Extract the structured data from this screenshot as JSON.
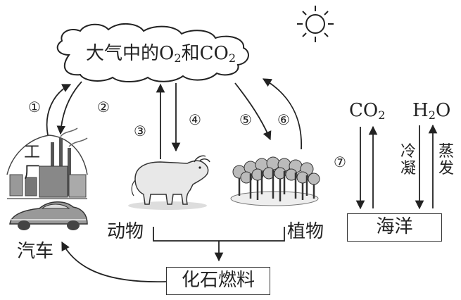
{
  "atmosphere": {
    "text": "大气中的",
    "o2_main": "O",
    "o2_sub": "2",
    "and": "和",
    "co2_main": "CO",
    "co2_sub": "2"
  },
  "steps": [
    "①",
    "②",
    "③",
    "④",
    "⑤",
    "⑥",
    "⑦"
  ],
  "labels": {
    "factory_a": "工",
    "factory_b": "厂",
    "car": "汽车",
    "animal": "动物",
    "plant": "植物",
    "fossil": "化石燃料",
    "ocean": "海洋",
    "ocean_co2_main": "CO",
    "ocean_co2_sub": "2",
    "h2o_h": "H",
    "h2o_sub": "2",
    "h2o_o": "O",
    "condense": "冷凝",
    "evaporate": "蒸发"
  }
}
